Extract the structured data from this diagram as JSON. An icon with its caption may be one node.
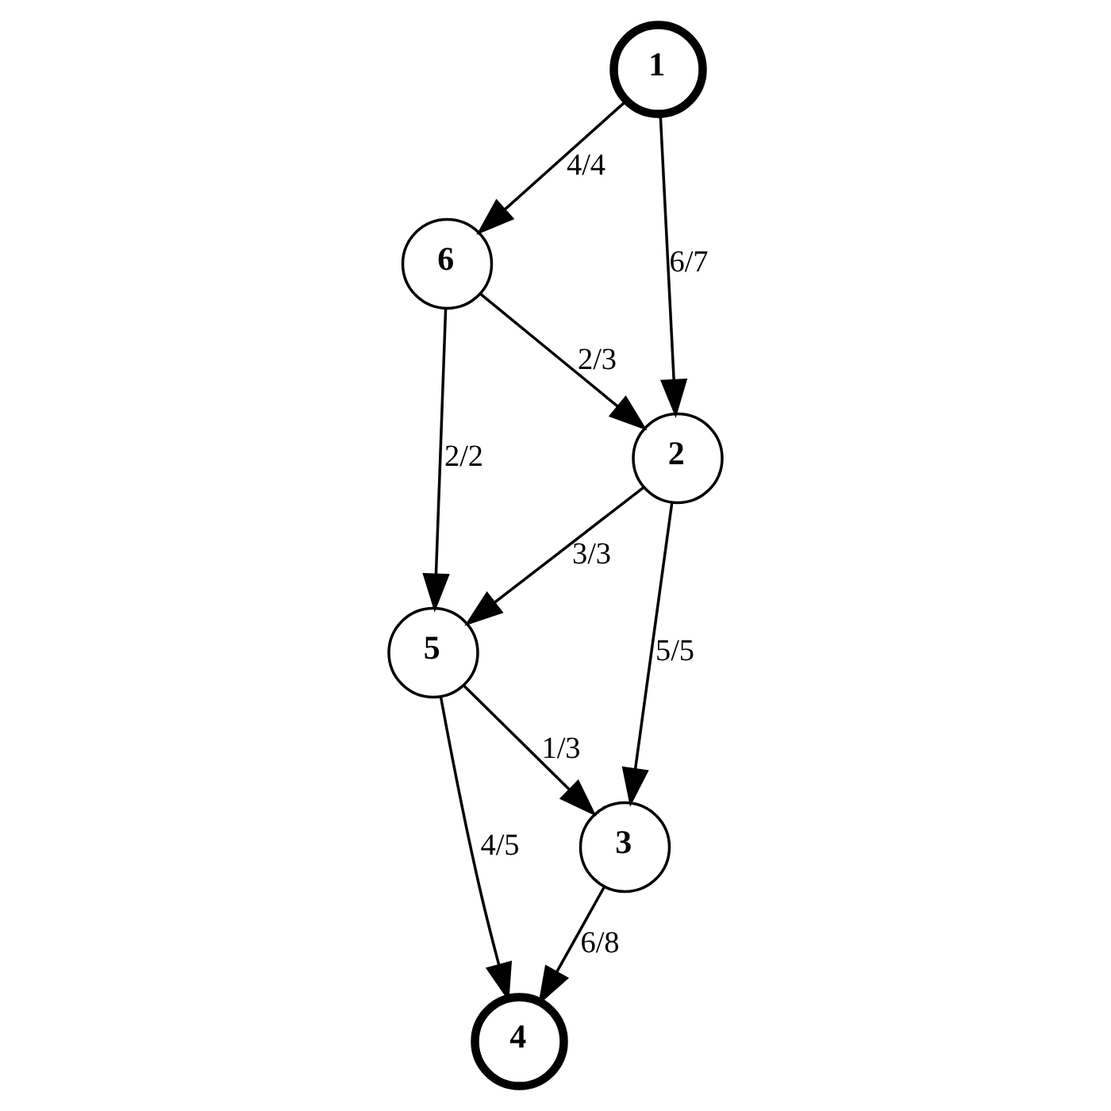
{
  "diagram": {
    "nodes": [
      {
        "text": [
          "1"
        ]
      },
      {
        "text": [
          "6"
        ]
      },
      {
        "text": [
          "2"
        ]
      },
      {
        "text": [
          "5"
        ]
      },
      {
        "text": [
          "3"
        ]
      },
      {
        "text": [
          "4"
        ]
      }
    ],
    "edges": [
      {
        "from": 0,
        "to": 1,
        "arrow": "to",
        "label": "4/4"
      },
      {
        "from": 0,
        "to": 2,
        "arrow": "to",
        "label": "6/7"
      },
      {
        "from": 1,
        "to": 2,
        "arrow": "to",
        "label": "2/3"
      },
      {
        "from": 1,
        "to": 3,
        "arrow": "to",
        "label": "2/2"
      },
      {
        "from": 2,
        "to": 3,
        "arrow": "to",
        "label": "3/3"
      },
      {
        "from": 2,
        "to": 4,
        "arrow": "to",
        "label": "5/5"
      },
      {
        "from": 3,
        "to": 4,
        "arrow": "to",
        "label": "1/3"
      },
      {
        "from": 3,
        "to": 5,
        "arrow": "to",
        "label": "4/5"
      },
      {
        "from": 4,
        "to": 5,
        "arrow": "to",
        "label": "6/8"
      }
    ]
  }
}
